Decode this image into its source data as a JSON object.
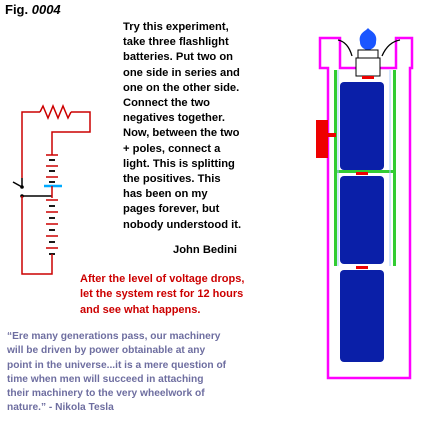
{
  "figure": {
    "label": "Fig.",
    "number": "0004"
  },
  "experiment_text": [
    "Try this experiment,",
    "take three flashlight",
    "batteries.  Put two on",
    "one side in series and",
    "one on the other side.",
    "Connect the two",
    "negatives together.",
    "Now, between the two",
    "+ poles, connect a",
    "light.  This is splitting",
    "the positives.  This",
    "has been on my",
    "pages forever, but",
    "nobody understood it."
  ],
  "author": "John Bedini",
  "note_lines": [
    "After the level of voltage drops,",
    "let the system rest for 12 hours",
    "and see what happens."
  ],
  "quote_lines": [
    "“Ere many generations pass, our machinery",
    "will be driven by power obtainable at any",
    "point in the universe...it is a mere question of",
    "time when men will succeed in attaching",
    "their machinery to the very wheelwork of",
    "nature.”   - Nikola Tesla"
  ],
  "colors": {
    "wire": "#cc0000",
    "switch": "#000000",
    "connector": "#00aaff",
    "battery": "#0a1fa8",
    "frame": "#ff00ff",
    "strip": "#33cc33",
    "red_block": "#ee0000",
    "bulb": "#1a55ff"
  }
}
